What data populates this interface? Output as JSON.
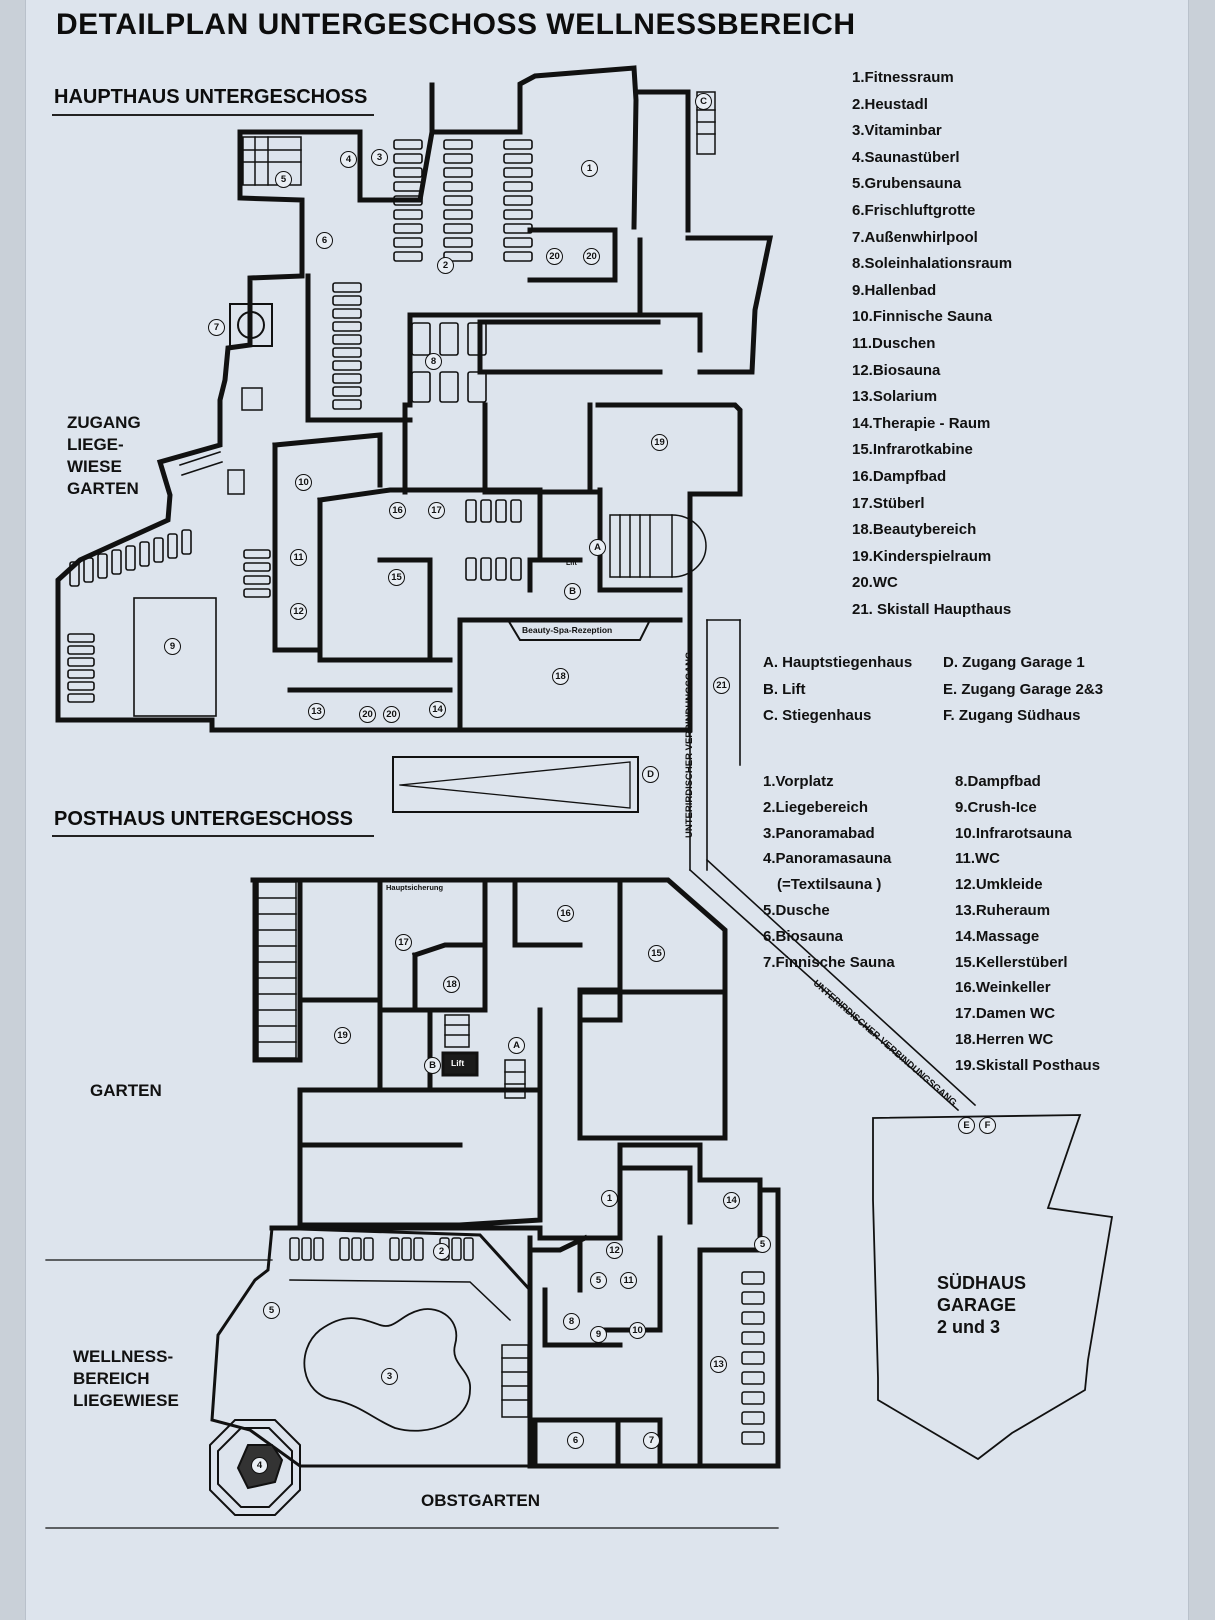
{
  "title": "DETAILPLAN UNTERGESCHOSS WELLNESSBEREICH",
  "haupthaus": {
    "heading": "HAUPTHAUS UNTERGESCHOSS",
    "rooms": [
      "1.Fitnessraum",
      "2.Heustadl",
      "3.Vitaminbar",
      "4.Saunastüberl",
      "5.Grubensauna",
      "6.Frischluftgrotte",
      "7.Außenwhirlpool",
      "8.Soleinhalationsraum",
      "9.Hallenbad",
      "10.Finnische Sauna",
      "11.Duschen",
      "12.Biosauna",
      "13.Solarium",
      "14.Therapie - Raum",
      "15.Infrarotkabine",
      "16.Dampfbad",
      "17.Stüberl",
      "18.Beautybereich",
      "19.Kinderspielraum",
      "20.WC",
      "21. Skistall Haupthaus"
    ],
    "zugang_label": [
      "ZUGANG",
      "LIEGE-",
      "WIESE",
      "GARTEN"
    ],
    "reception": "Beauty-Spa-Rezeption",
    "lift": "Lift"
  },
  "access_points": {
    "left": [
      "A. Hauptstiegenhaus",
      "B. Lift",
      "C. Stiegenhaus"
    ],
    "right": [
      "D. Zugang Garage 1",
      "E. Zugang Garage 2&3",
      "F. Zugang Südhaus"
    ]
  },
  "posthaus": {
    "heading": "POSTHAUS UNTERGESCHOSS",
    "rooms_left": [
      "1.Vorplatz",
      "2.Liegebereich",
      "3.Panoramabad",
      "4.Panoramasauna",
      "(=Textilsauna )",
      "5.Dusche",
      "6.Biosauna",
      "7.Finnische Sauna"
    ],
    "rooms_right": [
      "8.Dampfbad",
      "9.Crush-Ice",
      "10.Infrarotsauna",
      "11.WC",
      "12.Umkleide",
      "13.Ruheraum",
      "14.Massage",
      "15.Kellerstüberl",
      "16.Weinkeller",
      "17.Damen WC",
      "18.Herren WC",
      "19.Skistall Posthaus"
    ],
    "hauptsicherung": "Hauptsicherung",
    "lift": "Lift"
  },
  "corridor": "UNTERIRDISCHER VERBINDUNGSGANG",
  "garten": "GARTEN",
  "wellness_label": [
    "WELLNESS-",
    "BEREICH",
    "LIEGEWIESE"
  ],
  "obstgarten": "OBSTGARTEN",
  "suedhaus": [
    "SÜDHAUS",
    "GARAGE",
    "2 und 3"
  ],
  "markers": {
    "h1": "1",
    "h2": "2",
    "h3": "3",
    "h4": "4",
    "h5": "5",
    "h6": "6",
    "h7": "7",
    "h8": "8",
    "h9": "9",
    "h10": "10",
    "h11": "11",
    "h12": "12",
    "h13": "13",
    "h14": "14",
    "h15": "15",
    "h16": "16",
    "h17": "17",
    "h18": "18",
    "h19": "19",
    "h20": "20",
    "h21": "21",
    "A": "A",
    "B": "B",
    "C": "C",
    "D": "D",
    "E": "E",
    "F": "F"
  },
  "colors": {
    "paper": "#dde4ed",
    "ink": "#111111",
    "pool": "#cfd6df"
  }
}
